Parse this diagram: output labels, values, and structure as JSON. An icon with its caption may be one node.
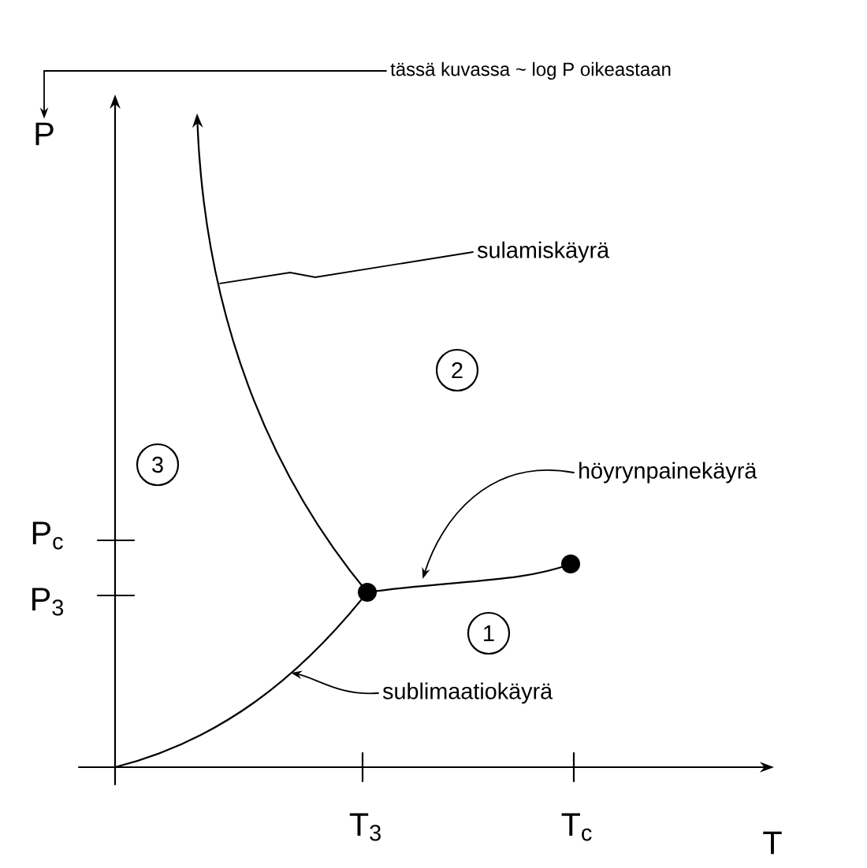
{
  "diagram": {
    "nodes": [
      {
        "text": [
          "tässä kuvassa ~ log P oikeastaan"
        ]
      },
      {
        "text": [
          "P"
        ]
      },
      {
        "text": [
          "sulamiskäyrä"
        ]
      },
      {
        "text": [
          "höyrynpainekäyrä"
        ]
      },
      {
        "text": [
          "sublimaatiokäyrä"
        ]
      },
      {
        "text": [
          "3"
        ]
      },
      {
        "text": [
          "2"
        ]
      },
      {
        "text": [
          "1"
        ]
      },
      {
        "text": [],
        "shape": "line"
      },
      {
        "text": [],
        "shape": "line"
      },
      {
        "text": [],
        "shape": "line"
      }
    ],
    "edges": [
      {
        "from": 0,
        "to": 1,
        "arrow": "to"
      },
      {
        "from": 2,
        "to": 8,
        "arrow": "none"
      },
      {
        "from": 3,
        "to": 9,
        "arrow": "to"
      },
      {
        "from": 4,
        "to": 10,
        "arrow": "to"
      }
    ],
    "labels": [
      "P$_{c}$",
      "P$_{3}$",
      "T$_{3}$",
      "T$_{c}$",
      "T"
    ]
  }
}
